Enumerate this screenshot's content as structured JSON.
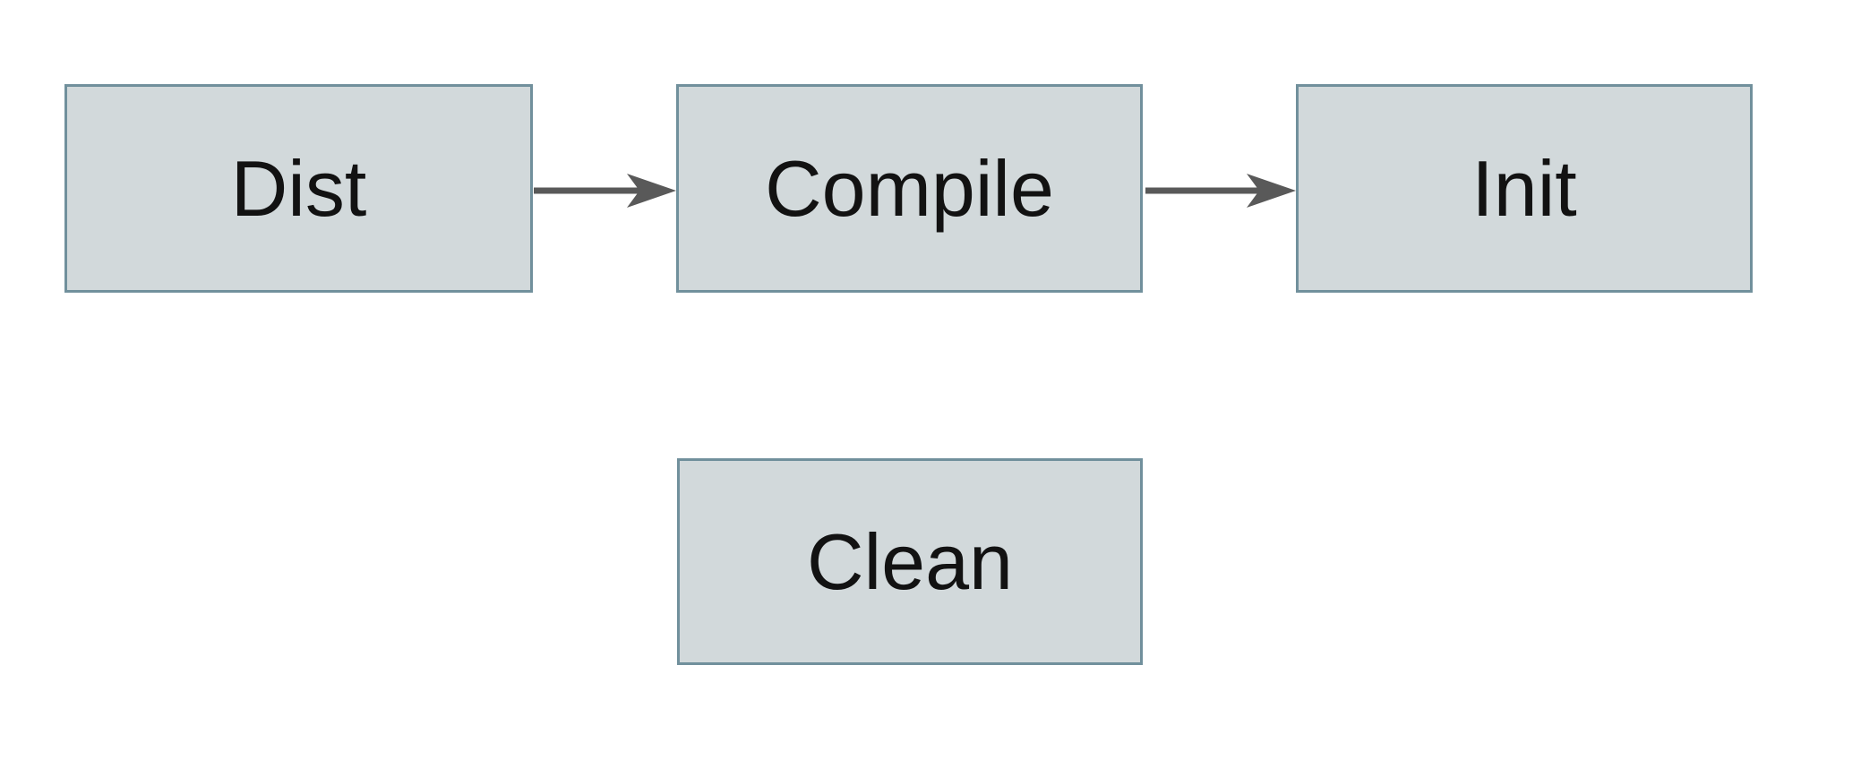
{
  "diagram": {
    "title": "build-task-graph",
    "nodes": [
      {
        "id": "dist",
        "label": "Dist"
      },
      {
        "id": "compile",
        "label": "Compile"
      },
      {
        "id": "init",
        "label": "Init"
      },
      {
        "id": "clean",
        "label": "Clean"
      }
    ],
    "edges": [
      {
        "from": "Dist",
        "to": "Compile"
      },
      {
        "from": "Compile",
        "to": "Init"
      }
    ],
    "colors": {
      "node_fill": "#d2d9db",
      "node_border": "#71909c",
      "edge_color": "#595959",
      "text_color": "#121212",
      "canvas_bg": "#ffffff"
    }
  }
}
